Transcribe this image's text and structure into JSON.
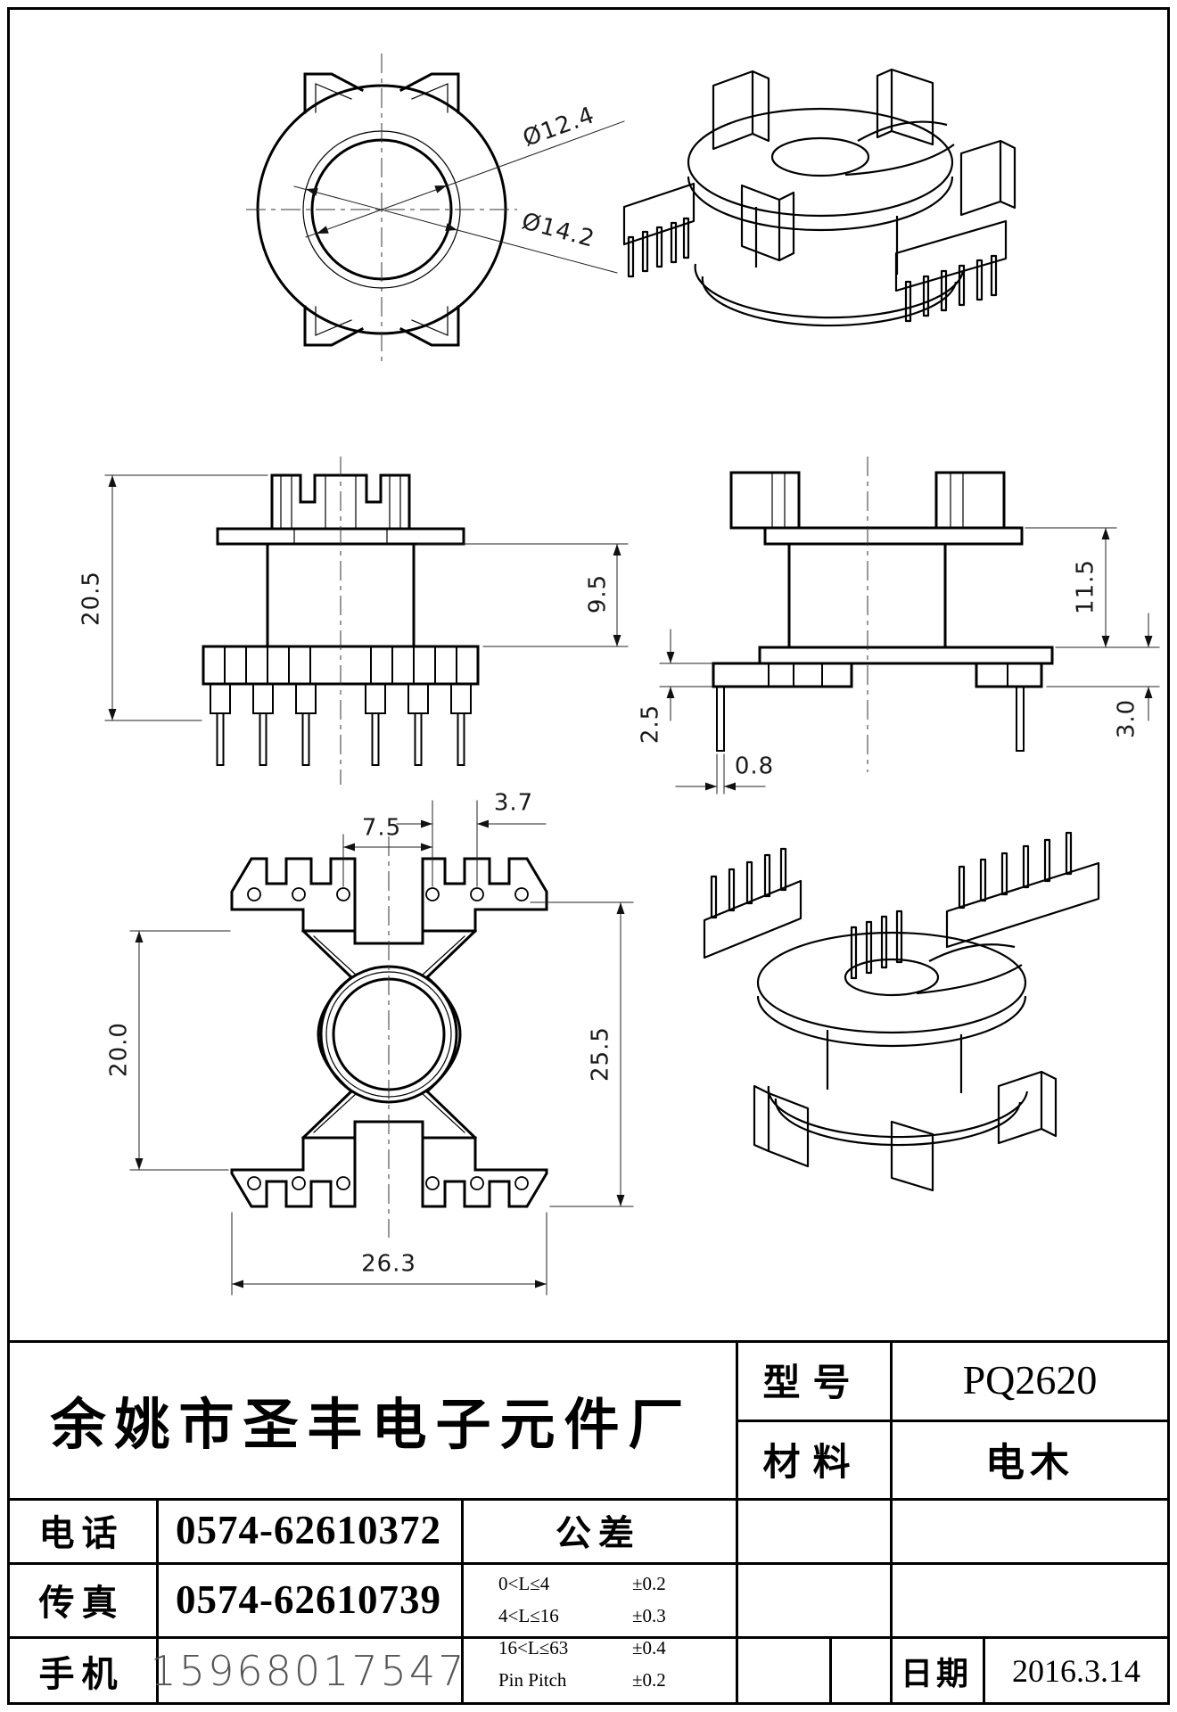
{
  "dims": {
    "section": {
      "bore": "Ø12.4",
      "outer": "Ø14.2"
    },
    "front": {
      "total_height": "20.5",
      "window_height": "9.5"
    },
    "side": {
      "window_height": "11.5",
      "seat_height": "2.5",
      "pin_width": "0.8",
      "flange_thickness": "3.0"
    },
    "top": {
      "center_pitch": "7.5",
      "pin_pitch": "3.7",
      "body_width": "20.0",
      "flange_width": "25.5",
      "overall_width": "26.3"
    }
  },
  "title": {
    "company": "余姚市圣丰电子元件厂",
    "model_label": "型号",
    "model_value": "PQ2620",
    "material_label": "材料",
    "material_value": "电木",
    "phone_label": "电话",
    "phone_value": "0574-62610372",
    "fax_label": "传真",
    "fax_value": "0574-62610739",
    "mobile_label": "手机",
    "mobile_value": "15968017547",
    "tolerance_label": "公差",
    "tolerances": [
      {
        "range": "0<L≤4",
        "tol": "±0.2"
      },
      {
        "range": "4<L≤16",
        "tol": "±0.3"
      },
      {
        "range": "16<L≤63",
        "tol": "±0.4"
      },
      {
        "range": "Pin Pitch",
        "tol": "±0.2"
      }
    ],
    "date_label": "日期",
    "date_value": "2016.3.14"
  }
}
